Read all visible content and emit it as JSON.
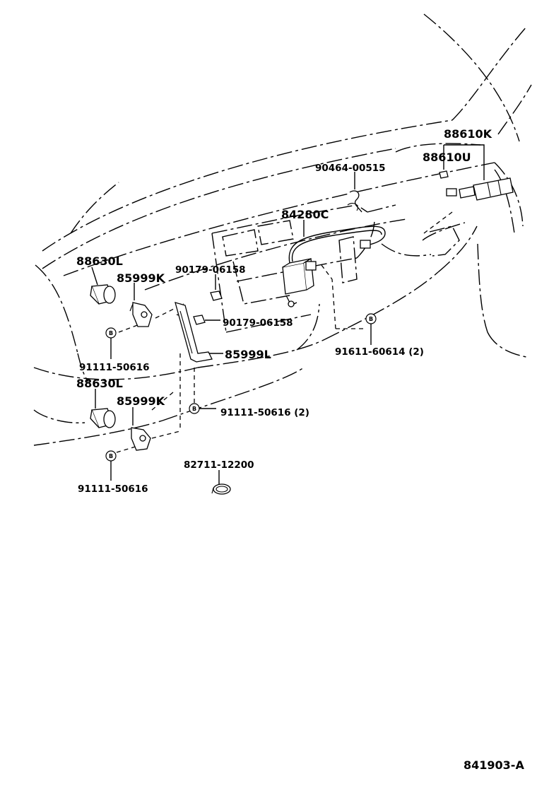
{
  "labels": {
    "p88610K": "88610K",
    "p88610U": "88610U",
    "p90464": "90464-00515",
    "p84280C": "84280C",
    "p88630L_a": "88630L",
    "p85999K_a": "85999K",
    "p90179_a": "90179-06158",
    "p90179_b": "90179-06158",
    "p91611": "91611-60614 (2)",
    "p85999L": "85999L",
    "p91111_a": "91111-50616",
    "p88630L_b": "88630L",
    "p85999K_b": "85999K",
    "p91111_b": "91111-50616 (2)",
    "p82711": "82711-12200",
    "p91111_c": "91111-50616",
    "diagram_code": "841903-A"
  },
  "callout_marks": {
    "bolt_mark": "B"
  }
}
